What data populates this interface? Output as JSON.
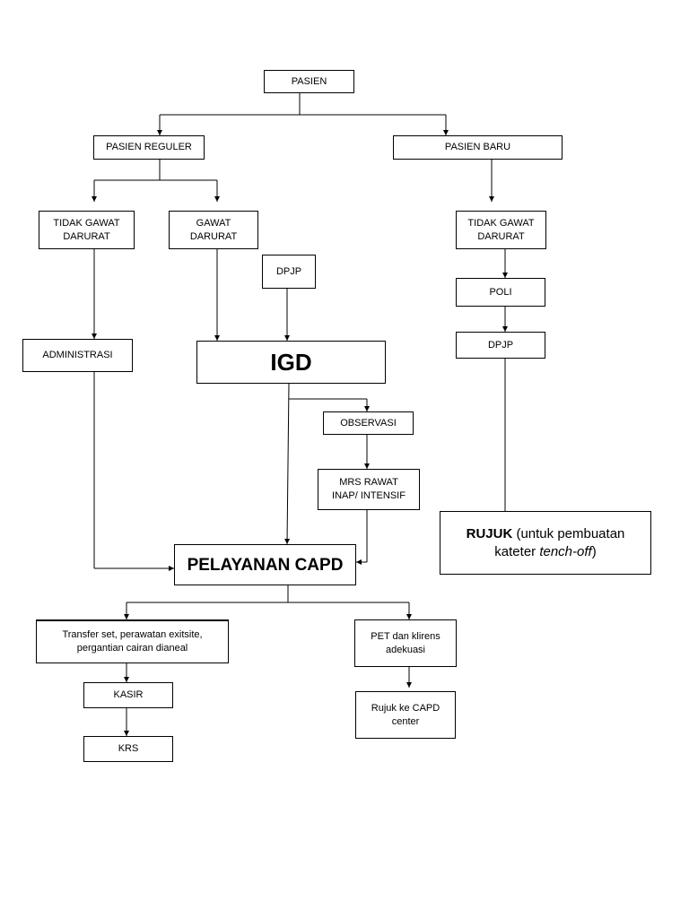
{
  "nodes": {
    "pasien": "PASIEN",
    "pasien_reguler": "PASIEN REGULER",
    "pasien_baru": "PASIEN BARU",
    "tidak_gawat_darurat_1": [
      "TIDAK GAWAT",
      "DARURAT"
    ],
    "gawat_darurat": [
      "GAWAT",
      "DARURAT"
    ],
    "tidak_gawat_darurat_2": [
      "TIDAK GAWAT",
      "DARURAT"
    ],
    "dpjp_1": "DPJP",
    "poli": "POLI",
    "dpjp_2": "DPJP",
    "administrasi": "ADMINISTRASI",
    "igd": "IGD",
    "observasi": "OBSERVASI",
    "mrs": [
      "MRS RAWAT",
      "INAP/ INTENSIF"
    ],
    "rujuk": {
      "bold": "RUJUK",
      "line1_rest": " (untuk pembuatan",
      "line2_pre": "kateter ",
      "line2_italic": "tench-off",
      "line2_post": ")"
    },
    "pelayanan_capd": "PELAYANAN CAPD",
    "transfer_set": [
      "Transfer set, perawatan exitsite,",
      "pergantian cairan dianeal"
    ],
    "pet": [
      "PET dan klirens",
      "adekuasi"
    ],
    "kasir": "KASIR",
    "rujuk_capd": [
      "Rujuk ke CAPD",
      "center"
    ],
    "krs": "KRS"
  }
}
